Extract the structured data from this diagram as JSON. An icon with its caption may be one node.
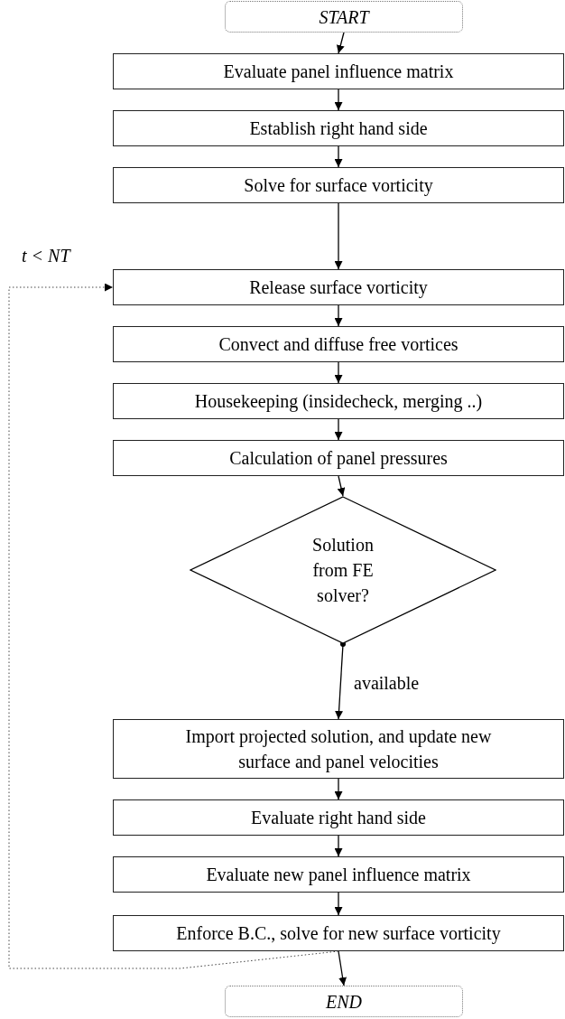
{
  "diagram": {
    "nodes": [
      {
        "text": [
          "START"
        ]
      },
      {
        "text": [
          "Evaluate panel influence matrix"
        ]
      },
      {
        "text": [
          "Establish right hand side"
        ]
      },
      {
        "text": [
          "Solve for surface vorticity"
        ]
      },
      {
        "text": [
          "Release surface vorticity"
        ]
      },
      {
        "text": [
          "Convect and diffuse free vortices"
        ]
      },
      {
        "text": [
          "Housekeeping (insidecheck, merging ..)"
        ]
      },
      {
        "text": [
          "Calculation of panel pressures"
        ]
      },
      {
        "text": [
          "Solution from FE solver?"
        ]
      },
      {
        "text": [
          "Import projected solution, and update new surface and panel velocities"
        ]
      },
      {
        "text": [
          "Evaluate right hand side"
        ]
      },
      {
        "text": [
          "Evaluate new panel influence matrix"
        ]
      },
      {
        "text": [
          "Enforce B.C., solve for new surface vorticity"
        ]
      },
      {
        "text": [
          "END"
        ]
      }
    ],
    "edges": [
      {
        "from": 0,
        "to": 1,
        "arrow": "to"
      },
      {
        "from": 1,
        "to": 2,
        "arrow": "to"
      },
      {
        "from": 2,
        "to": 3,
        "arrow": "to"
      },
      {
        "from": 3,
        "to": 4,
        "arrow": "to"
      },
      {
        "from": 4,
        "to": 5,
        "arrow": "to"
      },
      {
        "from": 5,
        "to": 6,
        "arrow": "to"
      },
      {
        "from": 6,
        "to": 7,
        "arrow": "to"
      },
      {
        "from": 7,
        "to": 8,
        "arrow": "to"
      },
      {
        "from": 8,
        "to": 9,
        "arrow": "to",
        "label": "available"
      },
      {
        "from": 9,
        "to": 10,
        "arrow": "to"
      },
      {
        "from": 10,
        "to": 11,
        "arrow": "to"
      },
      {
        "from": 11,
        "to": 12,
        "arrow": "to"
      },
      {
        "from": 12,
        "to": 13,
        "arrow": "to"
      },
      {
        "from": 12,
        "to": 4,
        "arrow": "to",
        "style": "dashed",
        "label": "t < NT"
      }
    ]
  }
}
